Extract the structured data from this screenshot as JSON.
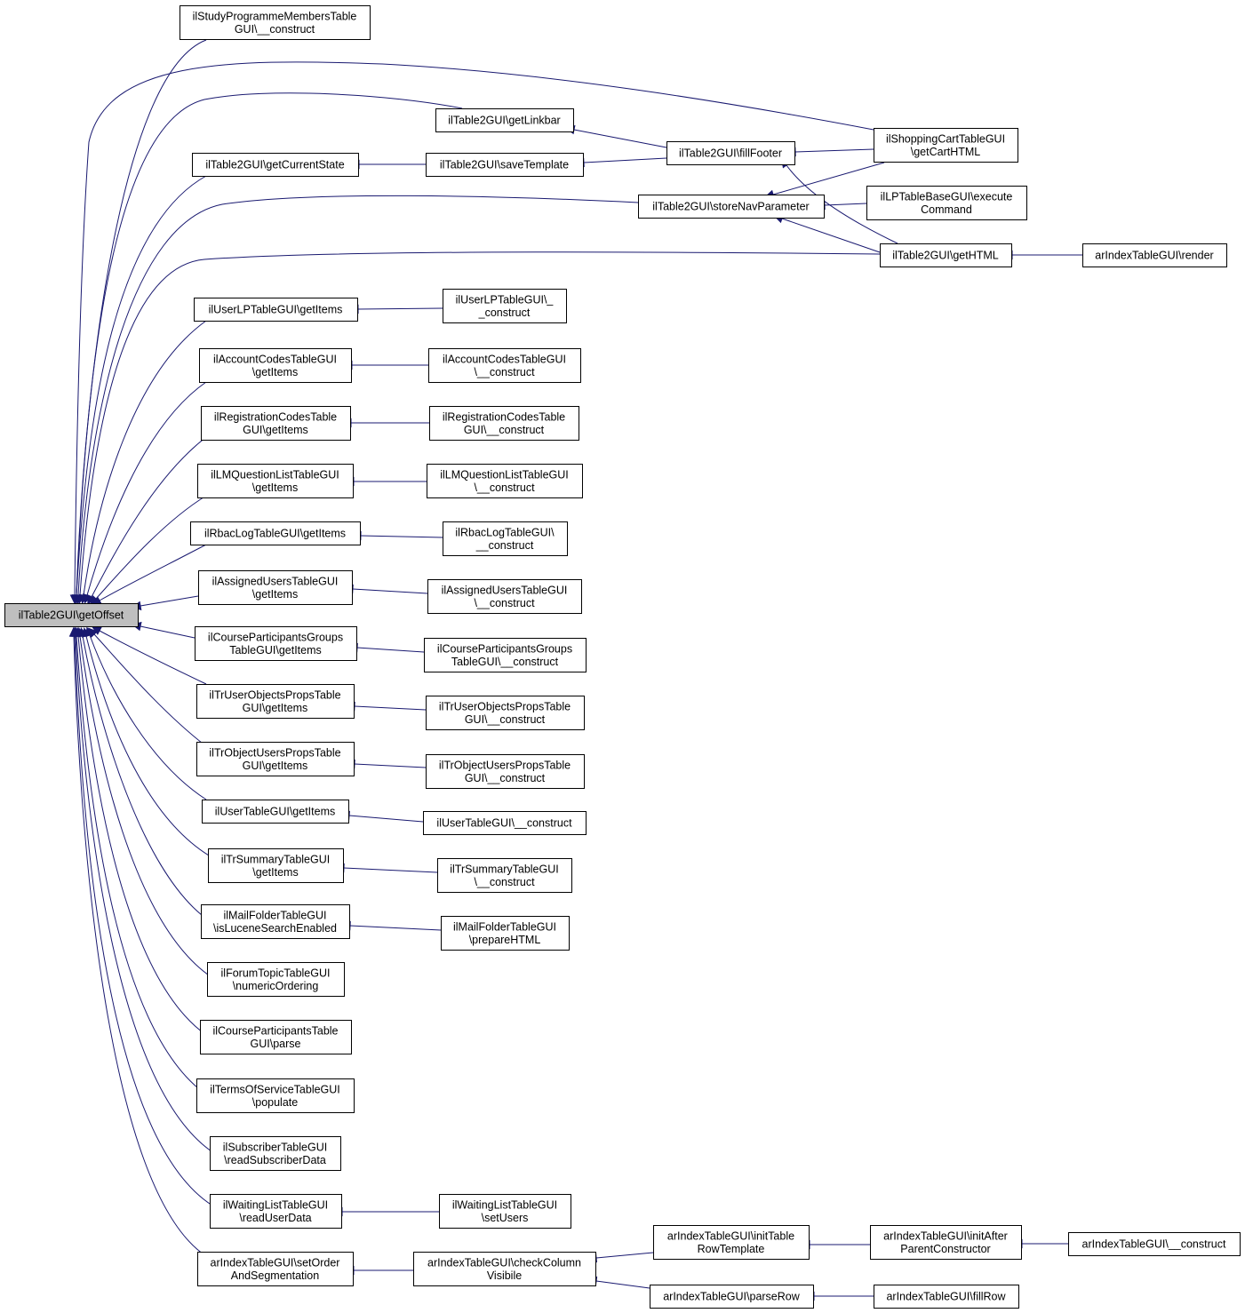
{
  "diagram": {
    "nodes": [
      {
        "id": "root",
        "lines": [
          "ilTable2GUI\\getOffset"
        ],
        "root": true
      },
      {
        "id": "n1",
        "lines": [
          "ilStudyProgrammeMembersTable",
          "GUI\\__construct"
        ]
      },
      {
        "id": "n2",
        "lines": [
          "ilTable2GUI\\getLinkbar"
        ]
      },
      {
        "id": "n3",
        "lines": [
          "ilTable2GUI\\fillFooter"
        ]
      },
      {
        "id": "n4",
        "lines": [
          "ilShoppingCartTableGUI",
          "\\getCartHTML"
        ]
      },
      {
        "id": "n5",
        "lines": [
          "ilTable2GUI\\getCurrentState"
        ]
      },
      {
        "id": "n6",
        "lines": [
          "ilTable2GUI\\saveTemplate"
        ]
      },
      {
        "id": "n7",
        "lines": [
          "ilTable2GUI\\storeNavParameter"
        ]
      },
      {
        "id": "n8",
        "lines": [
          "ilLPTableBaseGUI\\execute",
          "Command"
        ]
      },
      {
        "id": "n9",
        "lines": [
          "ilTable2GUI\\getHTML"
        ]
      },
      {
        "id": "n10",
        "lines": [
          "arIndexTableGUI\\render"
        ]
      },
      {
        "id": "n11",
        "lines": [
          "ilUserLPTableGUI\\getItems"
        ]
      },
      {
        "id": "n12",
        "lines": [
          "ilUserLPTableGUI\\_",
          "_construct"
        ]
      },
      {
        "id": "n13",
        "lines": [
          "ilAccountCodesTableGUI",
          "\\getItems"
        ]
      },
      {
        "id": "n14",
        "lines": [
          "ilAccountCodesTableGUI",
          "\\__construct"
        ]
      },
      {
        "id": "n15",
        "lines": [
          "ilRegistrationCodesTable",
          "GUI\\getItems"
        ]
      },
      {
        "id": "n16",
        "lines": [
          "ilRegistrationCodesTable",
          "GUI\\__construct"
        ]
      },
      {
        "id": "n17",
        "lines": [
          "ilLMQuestionListTableGUI",
          "\\getItems"
        ]
      },
      {
        "id": "n18",
        "lines": [
          "ilLMQuestionListTableGUI",
          "\\__construct"
        ]
      },
      {
        "id": "n19",
        "lines": [
          "ilRbacLogTableGUI\\getItems"
        ]
      },
      {
        "id": "n20",
        "lines": [
          "ilRbacLogTableGUI\\",
          "__construct"
        ]
      },
      {
        "id": "n21",
        "lines": [
          "ilAssignedUsersTableGUI",
          "\\getItems"
        ]
      },
      {
        "id": "n22",
        "lines": [
          "ilAssignedUsersTableGUI",
          "\\__construct"
        ]
      },
      {
        "id": "n23",
        "lines": [
          "ilCourseParticipantsGroups",
          "TableGUI\\getItems"
        ]
      },
      {
        "id": "n24",
        "lines": [
          "ilCourseParticipantsGroups",
          "TableGUI\\__construct"
        ]
      },
      {
        "id": "n25",
        "lines": [
          "ilTrUserObjectsPropsTable",
          "GUI\\getItems"
        ]
      },
      {
        "id": "n26",
        "lines": [
          "ilTrUserObjectsPropsTable",
          "GUI\\__construct"
        ]
      },
      {
        "id": "n27",
        "lines": [
          "ilTrObjectUsersPropsTable",
          "GUI\\getItems"
        ]
      },
      {
        "id": "n28",
        "lines": [
          "ilTrObjectUsersPropsTable",
          "GUI\\__construct"
        ]
      },
      {
        "id": "n29",
        "lines": [
          "ilUserTableGUI\\getItems"
        ]
      },
      {
        "id": "n30",
        "lines": [
          "ilUserTableGUI\\__construct"
        ]
      },
      {
        "id": "n31",
        "lines": [
          "ilTrSummaryTableGUI",
          "\\getItems"
        ]
      },
      {
        "id": "n32",
        "lines": [
          "ilTrSummaryTableGUI",
          "\\__construct"
        ]
      },
      {
        "id": "n33",
        "lines": [
          "ilMailFolderTableGUI",
          "\\isLuceneSearchEnabled"
        ]
      },
      {
        "id": "n34",
        "lines": [
          "ilMailFolderTableGUI",
          "\\prepareHTML"
        ]
      },
      {
        "id": "n35",
        "lines": [
          "ilForumTopicTableGUI",
          "\\numericOrdering"
        ]
      },
      {
        "id": "n36",
        "lines": [
          "ilCourseParticipantsTable",
          "GUI\\parse"
        ]
      },
      {
        "id": "n37",
        "lines": [
          "ilTermsOfServiceTableGUI",
          "\\populate"
        ]
      },
      {
        "id": "n38",
        "lines": [
          "ilSubscriberTableGUI",
          "\\readSubscriberData"
        ]
      },
      {
        "id": "n39",
        "lines": [
          "ilWaitingListTableGUI",
          "\\readUserData"
        ]
      },
      {
        "id": "n40",
        "lines": [
          "ilWaitingListTableGUI",
          "\\setUsers"
        ]
      },
      {
        "id": "n41",
        "lines": [
          "arIndexTableGUI\\setOrder",
          "AndSegmentation"
        ]
      },
      {
        "id": "n42",
        "lines": [
          "arIndexTableGUI\\checkColumn",
          "Visibile"
        ]
      },
      {
        "id": "n43",
        "lines": [
          "arIndexTableGUI\\initTable",
          "RowTemplate"
        ]
      },
      {
        "id": "n44",
        "lines": [
          "arIndexTableGUI\\initAfter",
          "ParentConstructor"
        ]
      },
      {
        "id": "n45",
        "lines": [
          "arIndexTableGUI\\__construct"
        ]
      },
      {
        "id": "n46",
        "lines": [
          "arIndexTableGUI\\parseRow"
        ]
      },
      {
        "id": "n47",
        "lines": [
          "arIndexTableGUI\\fillRow"
        ]
      }
    ],
    "edges": [
      {
        "from": "n1",
        "to": "root"
      },
      {
        "from": "n4",
        "to": "root"
      },
      {
        "from": "n2",
        "to": "root"
      },
      {
        "from": "n5",
        "to": "root"
      },
      {
        "from": "n7",
        "to": "root"
      },
      {
        "from": "n9",
        "to": "root"
      },
      {
        "from": "n11",
        "to": "root"
      },
      {
        "from": "n13",
        "to": "root"
      },
      {
        "from": "n15",
        "to": "root"
      },
      {
        "from": "n17",
        "to": "root"
      },
      {
        "from": "n19",
        "to": "root"
      },
      {
        "from": "n21",
        "to": "root"
      },
      {
        "from": "n23",
        "to": "root"
      },
      {
        "from": "n25",
        "to": "root"
      },
      {
        "from": "n27",
        "to": "root"
      },
      {
        "from": "n29",
        "to": "root"
      },
      {
        "from": "n31",
        "to": "root"
      },
      {
        "from": "n33",
        "to": "root"
      },
      {
        "from": "n35",
        "to": "root"
      },
      {
        "from": "n36",
        "to": "root"
      },
      {
        "from": "n37",
        "to": "root"
      },
      {
        "from": "n38",
        "to": "root"
      },
      {
        "from": "n39",
        "to": "root"
      },
      {
        "from": "n41",
        "to": "root"
      },
      {
        "from": "n3",
        "to": "n2"
      },
      {
        "from": "n6",
        "to": "n5"
      },
      {
        "from": "n3",
        "to": "n6"
      },
      {
        "from": "n4",
        "to": "n3"
      },
      {
        "from": "n9",
        "to": "n3"
      },
      {
        "from": "n4",
        "to": "n7"
      },
      {
        "from": "n8",
        "to": "n7"
      },
      {
        "from": "n9",
        "to": "n7"
      },
      {
        "from": "n10",
        "to": "n9"
      },
      {
        "from": "n12",
        "to": "n11"
      },
      {
        "from": "n14",
        "to": "n13"
      },
      {
        "from": "n16",
        "to": "n15"
      },
      {
        "from": "n18",
        "to": "n17"
      },
      {
        "from": "n20",
        "to": "n19"
      },
      {
        "from": "n22",
        "to": "n21"
      },
      {
        "from": "n24",
        "to": "n23"
      },
      {
        "from": "n26",
        "to": "n25"
      },
      {
        "from": "n28",
        "to": "n27"
      },
      {
        "from": "n30",
        "to": "n29"
      },
      {
        "from": "n32",
        "to": "n31"
      },
      {
        "from": "n34",
        "to": "n33"
      },
      {
        "from": "n40",
        "to": "n39"
      },
      {
        "from": "n42",
        "to": "n41"
      },
      {
        "from": "n43",
        "to": "n42"
      },
      {
        "from": "n46",
        "to": "n42"
      },
      {
        "from": "n44",
        "to": "n43"
      },
      {
        "from": "n45",
        "to": "n44"
      },
      {
        "from": "n47",
        "to": "n46"
      }
    ]
  }
}
